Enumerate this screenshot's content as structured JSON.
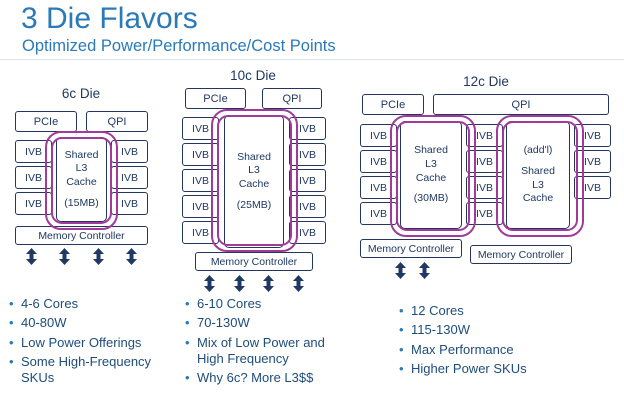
{
  "slide": {
    "title": "3 Die Flavors",
    "subtitle": "Optimized Power/Performance/Cost Points",
    "colors": {
      "accent_blue": "#2A79B8",
      "diagram_navy": "#1F3864",
      "ring_purple": "#A13A9B",
      "bullet_text": "#1D4D7C",
      "background": "#FFFFFF"
    },
    "icons": {
      "memory_channel": "updown-arrow"
    }
  },
  "dies": [
    {
      "name": "6c Die",
      "pcie_label": "PCIe",
      "qpi_label": "QPI",
      "core_label": "IVB",
      "cache_lines": [
        "Shared",
        "L3",
        "Cache",
        "(15MB)"
      ],
      "memory_controller_label": "Memory Controller",
      "bullets": [
        "4-6 Cores",
        "40-80W",
        "Low Power Offerings",
        "Some High-Frequency SKUs"
      ]
    },
    {
      "name": "10c Die",
      "pcie_label": "PCIe",
      "qpi_label": "QPI",
      "core_label": "IVB",
      "cache_lines": [
        "Shared",
        "L3",
        "Cache",
        "(25MB)"
      ],
      "memory_controller_label": "Memory Controller",
      "bullets": [
        "6-10 Cores",
        "70-130W",
        "Mix of Low Power and High Frequency",
        "Why 6c? More L3$$"
      ]
    },
    {
      "name": "12c Die",
      "pcie_label": "PCIe",
      "qpi_label": "QPI",
      "core_label": "IVB",
      "cache_lines": [
        "Shared",
        "L3",
        "Cache",
        "(30MB)"
      ],
      "cache2_lines": [
        "(add'l)",
        "Shared",
        "L3",
        "Cache"
      ],
      "memory_controller_label": "Memory Controller",
      "bullets": [
        "12 Cores",
        "115-130W",
        "Max Performance",
        "Higher Power SKUs"
      ]
    }
  ]
}
